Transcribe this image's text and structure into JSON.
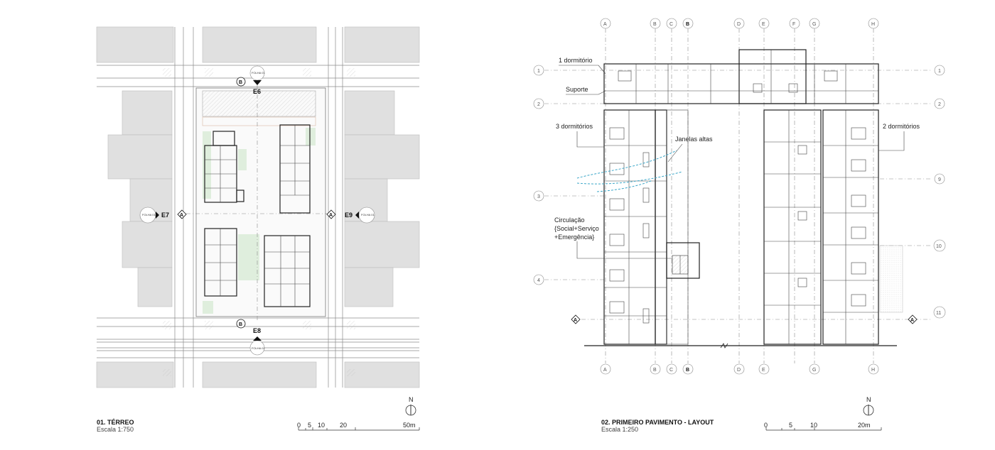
{
  "plan1": {
    "title": "01. TÉRREO",
    "scale": "Escala 1:750",
    "scale_ticks": [
      "0",
      "5",
      "10",
      "20",
      "50m"
    ],
    "north": "N",
    "section_marks": {
      "a": "A",
      "b": "B"
    },
    "elevations": {
      "e6": "E6",
      "e7": "E7",
      "e8": "E8",
      "e9": "E9"
    },
    "sheet_ref": "FOLHA 01"
  },
  "plan2": {
    "title": "02. PRIMEIRO PAVIMENTO - LAYOUT",
    "scale": "Escala 1:250",
    "scale_ticks": [
      "0",
      "5",
      "10",
      "20m"
    ],
    "north": "N",
    "grid_columns": [
      "A",
      "B",
      "C",
      "B",
      "D",
      "E",
      "F",
      "G",
      "H"
    ],
    "grid_rows_left": [
      "1",
      "2",
      "3",
      "4"
    ],
    "grid_rows_right": [
      "1",
      "2",
      "9",
      "10",
      "11"
    ],
    "section_marks": {
      "a": "A",
      "b": "B"
    },
    "annotations": {
      "one_bedroom": "1 dormitório",
      "support": "Suporte",
      "three_bedrooms": "3 dormitórios",
      "high_windows": "Janelas altas",
      "two_bedrooms": "2 dormitórios",
      "circulation_1": "Circulação",
      "circulation_2": "{Social+Serviço",
      "circulation_3": "+Emergência}"
    }
  }
}
